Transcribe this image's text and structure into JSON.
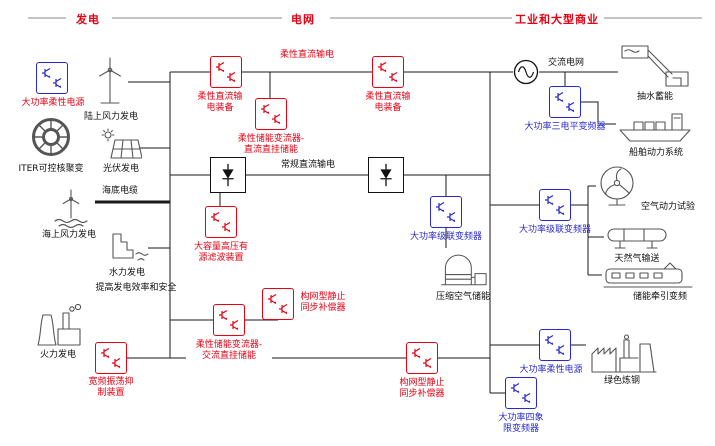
{
  "colors": {
    "red": "#e60012",
    "blue": "#2929cc",
    "line": "#1a1a1a",
    "icon": "#555555"
  },
  "header": {
    "generation": "发电",
    "grid": "电网",
    "industry": "工业和大型商业"
  },
  "generation": {
    "flexible_power": "大功率柔性电源",
    "iter": "ITER可控核聚变",
    "onshore_wind": "陆上风力发电",
    "solar": "光伏发电",
    "submarine_cable": "海底电缆",
    "offshore_wind": "海上风力发电",
    "hydro": "水力发电",
    "efficiency_note": "提高发电效率和安全",
    "thermal": "火力发电",
    "oscillation_suppressor": "宽频振荡抑\n制装置"
  },
  "grid": {
    "flexible_dc_line": "柔性直流输电",
    "flexible_dc_equipment": "柔性直流输\n电装备",
    "storage_converter_dc": "柔性储能变流器-\n直流直挂储能",
    "conventional_dc_line": "常规直流输电",
    "active_filter": "大容量高压有\n源滤波装置",
    "cascade_converter": "大功率级联变频器",
    "compressed_air": "压缩空气储能",
    "statcom": "构网型静止\n同步补偿器",
    "storage_converter_ac": "柔性储能变流器-\n交流直挂储能",
    "four_quadrant": "大功率四象\n限变频器"
  },
  "industry": {
    "ac_grid": "交流电网",
    "three_level": "大功率三电平变频器",
    "pumped_storage": "抽水蓄能",
    "ship_power": "船舶动力系统",
    "aero_test": "空气动力试验",
    "cascade_converter": "大功率级联变频器",
    "gas_transport": "天然气输送",
    "traction": "储能牵引变频",
    "flexible_power": "大功率柔性电源",
    "green_steel": "绿色炼钢"
  },
  "icons": [
    "igbt-module-icon",
    "thyristor-valve-icon",
    "iter-tokamak-icon",
    "wind-turbine-icon",
    "solar-panel-icon",
    "offshore-wind-icon",
    "hydro-dam-icon",
    "thermal-plant-icon",
    "ac-grid-icon",
    "pumped-storage-icon",
    "ship-icon",
    "wind-tunnel-fan-icon",
    "gas-pipeline-icon",
    "train-icon",
    "steel-plant-icon",
    "compressed-air-icon",
    "submarine-cable-line"
  ]
}
